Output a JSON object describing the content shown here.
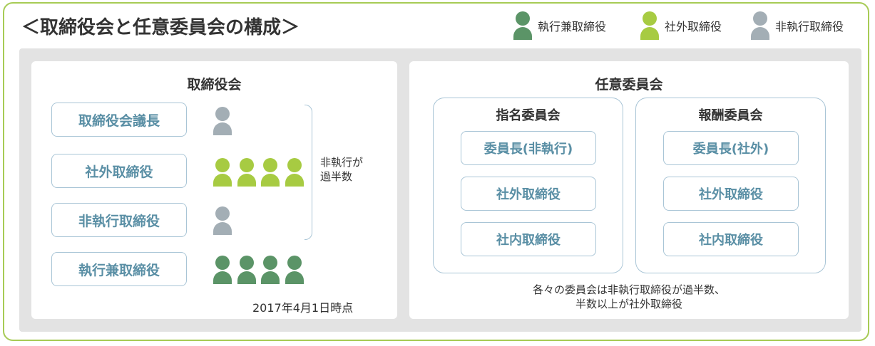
{
  "title": "＜取締役会と任意委員会の構成＞",
  "legend": [
    {
      "label": "執行兼取締役",
      "color": "#5b9467"
    },
    {
      "label": "社外取締役",
      "color": "#a7cb42"
    },
    {
      "label": "非執行取締役",
      "color": "#a3aeb5"
    }
  ],
  "board": {
    "title": "取締役会",
    "rows": [
      {
        "label": "取締役会議長",
        "type": "non_executive",
        "count": 1
      },
      {
        "label": "社外取締役",
        "type": "outside",
        "count": 4
      },
      {
        "label": "非執行取締役",
        "type": "non_executive",
        "count": 1
      },
      {
        "label": "執行兼取締役",
        "type": "executive",
        "count": 4
      }
    ],
    "bracket_note_line1": "非執行が",
    "bracket_note_line2": "過半数",
    "date_note": "2017年4月1日時点"
  },
  "committees": {
    "title": "任意委員会",
    "items": [
      {
        "title": "指名委員会",
        "members": [
          "委員長(非執行)",
          "社外取締役",
          "社内取締役"
        ]
      },
      {
        "title": "報酬委員会",
        "members": [
          "委員長(社外)",
          "社外取締役",
          "社内取締役"
        ]
      }
    ],
    "note_line1": "各々の委員会は非執行取締役が過半数、",
    "note_line2": "半数以上が社外取締役"
  }
}
